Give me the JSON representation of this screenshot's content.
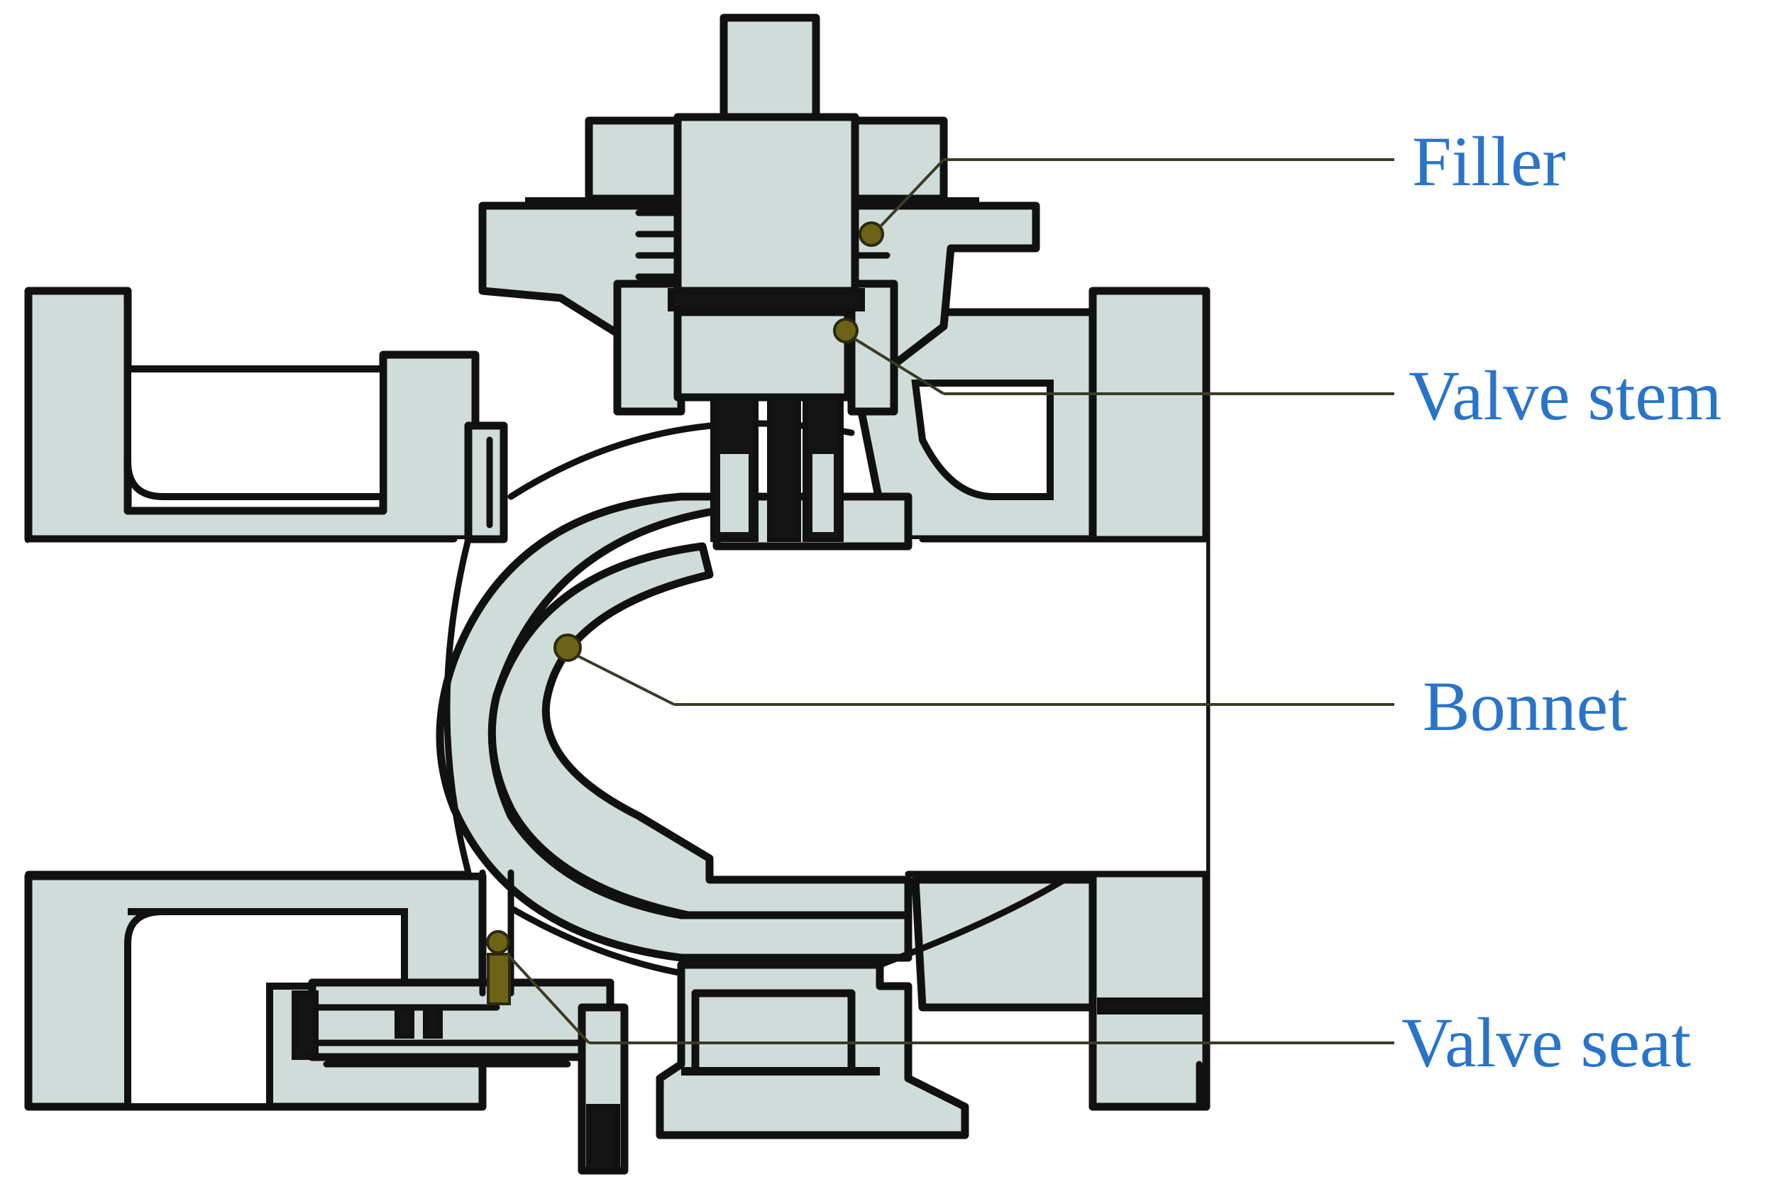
{
  "labels": {
    "filler": "Filler",
    "valve_stem": "Valve stem",
    "bonnet": "Bonnet",
    "valve_seat": "Valve seat"
  },
  "colors": {
    "body_fill": "#cfdcd9",
    "outline": "#111111",
    "label_text": "#2a74c8",
    "marker": "#6d6316"
  }
}
